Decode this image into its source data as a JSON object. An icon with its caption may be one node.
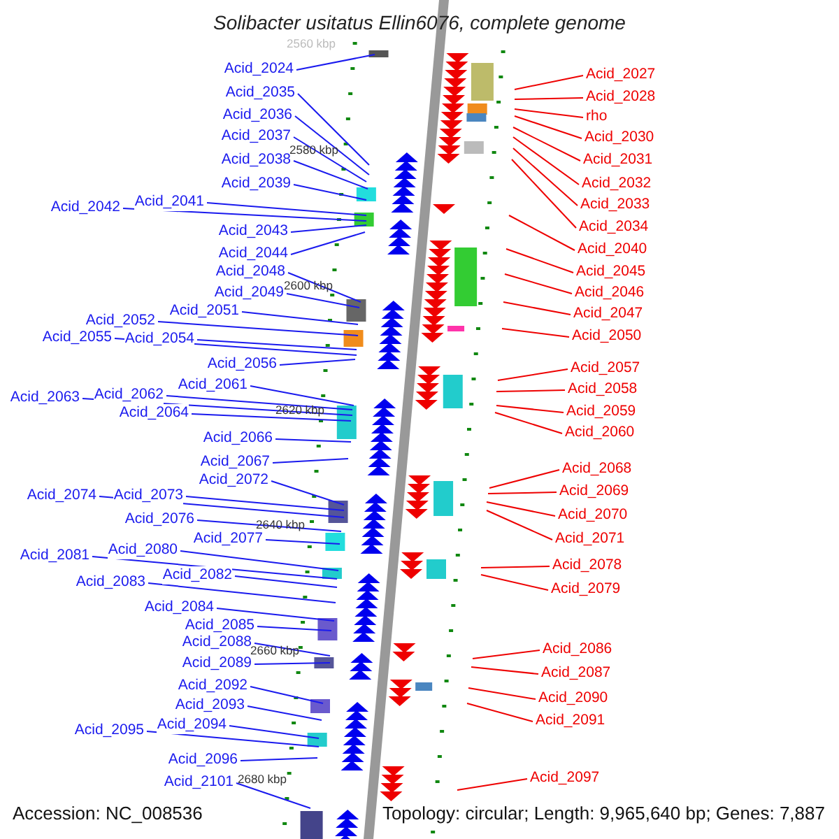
{
  "diagram": {
    "title": "Solibacter usitatus Ellin6076, complete genome",
    "nodes": [
      {
        "text": [
          "Acid_2024"
        ]
      },
      {
        "text": [
          "Acid_2035"
        ]
      },
      {
        "text": [
          "Acid_2036"
        ]
      },
      {
        "text": [
          "Acid_2037"
        ]
      },
      {
        "text": [
          "Acid_2038"
        ]
      },
      {
        "text": [
          "Acid_2039"
        ]
      },
      {
        "text": [
          "Acid_2041"
        ]
      },
      {
        "text": [
          "Acid_2042"
        ]
      },
      {
        "text": [
          "Acid_2043"
        ]
      },
      {
        "text": [
          "Acid_2044"
        ]
      },
      {
        "text": [
          "Acid_2048"
        ]
      },
      {
        "text": [
          "Acid_2049"
        ]
      },
      {
        "text": [
          "Acid_2051"
        ]
      },
      {
        "text": [
          "Acid_2052"
        ]
      },
      {
        "text": [
          "Acid_2055"
        ]
      },
      {
        "text": [
          "Acid_2054"
        ]
      },
      {
        "text": [
          "Acid_2056"
        ]
      },
      {
        "text": [
          "Acid_2061"
        ]
      },
      {
        "text": [
          "Acid_2062"
        ]
      },
      {
        "text": [
          "Acid_2063"
        ]
      },
      {
        "text": [
          "Acid_2064"
        ]
      },
      {
        "text": [
          "Acid_2066"
        ]
      },
      {
        "text": [
          "Acid_2067"
        ]
      },
      {
        "text": [
          "Acid_2072"
        ]
      },
      {
        "text": [
          "Acid_2074"
        ]
      },
      {
        "text": [
          "Acid_2073"
        ]
      },
      {
        "text": [
          "Acid_2076"
        ]
      },
      {
        "text": [
          "Acid_2077"
        ]
      },
      {
        "text": [
          "Acid_2081"
        ]
      },
      {
        "text": [
          "Acid_2080"
        ]
      },
      {
        "text": [
          "Acid_2082"
        ]
      },
      {
        "text": [
          "Acid_2083"
        ]
      },
      {
        "text": [
          "Acid_2084"
        ]
      },
      {
        "text": [
          "Acid_2085"
        ]
      },
      {
        "text": [
          "Acid_2088"
        ]
      },
      {
        "text": [
          "Acid_2089"
        ]
      },
      {
        "text": [
          "Acid_2092"
        ]
      },
      {
        "text": [
          "Acid_2093"
        ]
      },
      {
        "text": [
          "Acid_2095"
        ]
      },
      {
        "text": [
          "Acid_2094"
        ]
      },
      {
        "text": [
          "Acid_2096"
        ]
      },
      {
        "text": [
          "Acid_2101"
        ]
      },
      {
        "text": [
          "Acid_2027"
        ]
      },
      {
        "text": [
          "Acid_2028"
        ]
      },
      {
        "text": [
          "rho"
        ]
      },
      {
        "text": [
          "Acid_2030"
        ]
      },
      {
        "text": [
          "Acid_2031"
        ]
      },
      {
        "text": [
          "Acid_2032"
        ]
      },
      {
        "text": [
          "Acid_2033"
        ]
      },
      {
        "text": [
          "Acid_2034"
        ]
      },
      {
        "text": [
          "Acid_2040"
        ]
      },
      {
        "text": [
          "Acid_2045"
        ]
      },
      {
        "text": [
          "Acid_2046"
        ]
      },
      {
        "text": [
          "Acid_2047"
        ]
      },
      {
        "text": [
          "Acid_2050"
        ]
      },
      {
        "text": [
          "Acid_2057"
        ]
      },
      {
        "text": [
          "Acid_2058"
        ]
      },
      {
        "text": [
          "Acid_2059"
        ]
      },
      {
        "text": [
          "Acid_2060"
        ]
      },
      {
        "text": [
          "Acid_2068"
        ]
      },
      {
        "text": [
          "Acid_2069"
        ]
      },
      {
        "text": [
          "Acid_2070"
        ]
      },
      {
        "text": [
          "Acid_2071"
        ]
      },
      {
        "text": [
          "Acid_2078"
        ]
      },
      {
        "text": [
          "Acid_2079"
        ]
      },
      {
        "text": [
          "Acid_2086"
        ]
      },
      {
        "text": [
          "Acid_2087"
        ]
      },
      {
        "text": [
          "Acid_2090"
        ]
      },
      {
        "text": [
          "Acid_2091"
        ]
      },
      {
        "text": [
          "Acid_2097"
        ]
      }
    ],
    "edges": [
      {
        "from": 0,
        "to": null,
        "arrow": "none"
      },
      {
        "from": 1,
        "to": null,
        "arrow": "none"
      },
      {
        "from": 2,
        "to": null,
        "arrow": "none"
      },
      {
        "from": 3,
        "to": null,
        "arrow": "none"
      },
      {
        "from": 4,
        "to": null,
        "arrow": "none"
      },
      {
        "from": 5,
        "to": null,
        "arrow": "none"
      },
      {
        "from": 6,
        "to": null,
        "arrow": "none"
      },
      {
        "from": 7,
        "to": null,
        "arrow": "none"
      },
      {
        "from": 8,
        "to": null,
        "arrow": "none"
      },
      {
        "from": 9,
        "to": null,
        "arrow": "none"
      },
      {
        "from": 10,
        "to": null,
        "arrow": "none"
      },
      {
        "from": 11,
        "to": null,
        "arrow": "none"
      },
      {
        "from": 12,
        "to": null,
        "arrow": "none"
      },
      {
        "from": 13,
        "to": null,
        "arrow": "none"
      },
      {
        "from": 14,
        "to": null,
        "arrow": "none"
      },
      {
        "from": 15,
        "to": null,
        "arrow": "none"
      },
      {
        "from": 16,
        "to": null,
        "arrow": "none"
      },
      {
        "from": 17,
        "to": null,
        "arrow": "none"
      },
      {
        "from": 18,
        "to": null,
        "arrow": "none"
      },
      {
        "from": 19,
        "to": null,
        "arrow": "none"
      },
      {
        "from": 20,
        "to": null,
        "arrow": "none"
      },
      {
        "from": 21,
        "to": null,
        "arrow": "none"
      },
      {
        "from": 22,
        "to": null,
        "arrow": "none"
      },
      {
        "from": 23,
        "to": null,
        "arrow": "none"
      },
      {
        "from": 24,
        "to": null,
        "arrow": "none"
      },
      {
        "from": 25,
        "to": null,
        "arrow": "none"
      },
      {
        "from": 26,
        "to": null,
        "arrow": "none"
      },
      {
        "from": 27,
        "to": null,
        "arrow": "none"
      },
      {
        "from": 28,
        "to": null,
        "arrow": "none"
      },
      {
        "from": 29,
        "to": null,
        "arrow": "none"
      },
      {
        "from": 30,
        "to": null,
        "arrow": "none"
      },
      {
        "from": 31,
        "to": null,
        "arrow": "none"
      },
      {
        "from": 32,
        "to": null,
        "arrow": "none"
      },
      {
        "from": 33,
        "to": null,
        "arrow": "none"
      },
      {
        "from": 34,
        "to": null,
        "arrow": "none"
      },
      {
        "from": 35,
        "to": null,
        "arrow": "none"
      },
      {
        "from": 36,
        "to": null,
        "arrow": "none"
      },
      {
        "from": 37,
        "to": null,
        "arrow": "none"
      },
      {
        "from": 38,
        "to": null,
        "arrow": "none"
      },
      {
        "from": 39,
        "to": null,
        "arrow": "none"
      },
      {
        "from": 40,
        "to": null,
        "arrow": "none"
      },
      {
        "from": 41,
        "to": null,
        "arrow": "none"
      },
      {
        "from": 42,
        "to": null,
        "arrow": "none",
        "color": "#ee0000"
      },
      {
        "from": 43,
        "to": null,
        "arrow": "none",
        "color": "#ee0000"
      },
      {
        "from": 44,
        "to": null,
        "arrow": "none",
        "color": "#ee0000"
      },
      {
        "from": 45,
        "to": null,
        "arrow": "none",
        "color": "#ee0000"
      },
      {
        "from": 46,
        "to": null,
        "arrow": "none",
        "color": "#ee0000"
      },
      {
        "from": 47,
        "to": null,
        "arrow": "none",
        "color": "#ee0000"
      },
      {
        "from": 48,
        "to": null,
        "arrow": "none",
        "color": "#ee0000"
      },
      {
        "from": 49,
        "to": null,
        "arrow": "none",
        "color": "#ee0000"
      },
      {
        "from": 50,
        "to": null,
        "arrow": "none",
        "color": "#ee0000"
      },
      {
        "from": 51,
        "to": null,
        "arrow": "none",
        "color": "#ee0000"
      },
      {
        "from": 52,
        "to": null,
        "arrow": "none",
        "color": "#ee0000"
      },
      {
        "from": 53,
        "to": null,
        "arrow": "none",
        "color": "#ee0000"
      },
      {
        "from": 54,
        "to": null,
        "arrow": "none",
        "color": "#ee0000"
      },
      {
        "from": 55,
        "to": null,
        "arrow": "none",
        "color": "#ee0000"
      },
      {
        "from": 56,
        "to": null,
        "arrow": "none",
        "color": "#ee0000"
      },
      {
        "from": 57,
        "to": null,
        "arrow": "none",
        "color": "#ee0000"
      },
      {
        "from": 58,
        "to": null,
        "arrow": "none",
        "color": "#ee0000"
      },
      {
        "from": 59,
        "to": null,
        "arrow": "none",
        "color": "#ee0000"
      },
      {
        "from": 60,
        "to": null,
        "arrow": "none",
        "color": "#ee0000"
      },
      {
        "from": 61,
        "to": null,
        "arrow": "none",
        "color": "#ee0000"
      },
      {
        "from": 62,
        "to": null,
        "arrow": "none",
        "color": "#ee0000"
      },
      {
        "from": 63,
        "to": null,
        "arrow": "none",
        "color": "#ee0000"
      },
      {
        "from": 64,
        "to": null,
        "arrow": "none",
        "color": "#ee0000"
      },
      {
        "from": 65,
        "to": null,
        "arrow": "none",
        "color": "#ee0000"
      },
      {
        "from": 66,
        "to": null,
        "arrow": "none",
        "color": "#ee0000"
      },
      {
        "from": 67,
        "to": null,
        "arrow": "none",
        "color": "#ee0000"
      },
      {
        "from": 68,
        "to": null,
        "arrow": "none",
        "color": "#ee0000"
      },
      {
        "from": 69,
        "to": null,
        "arrow": "none",
        "color": "#ee0000"
      }
    ],
    "labels": [
      "2560 kbp",
      "2580 kbp",
      "2600 kbp",
      "2620 kbp",
      "2640 kbp",
      "2660 kbp",
      "2680 kbp",
      "Accession: NC_008536",
      "Topology: circular; Length: 9,965,640 bp; Genes: 7,887"
    ]
  }
}
